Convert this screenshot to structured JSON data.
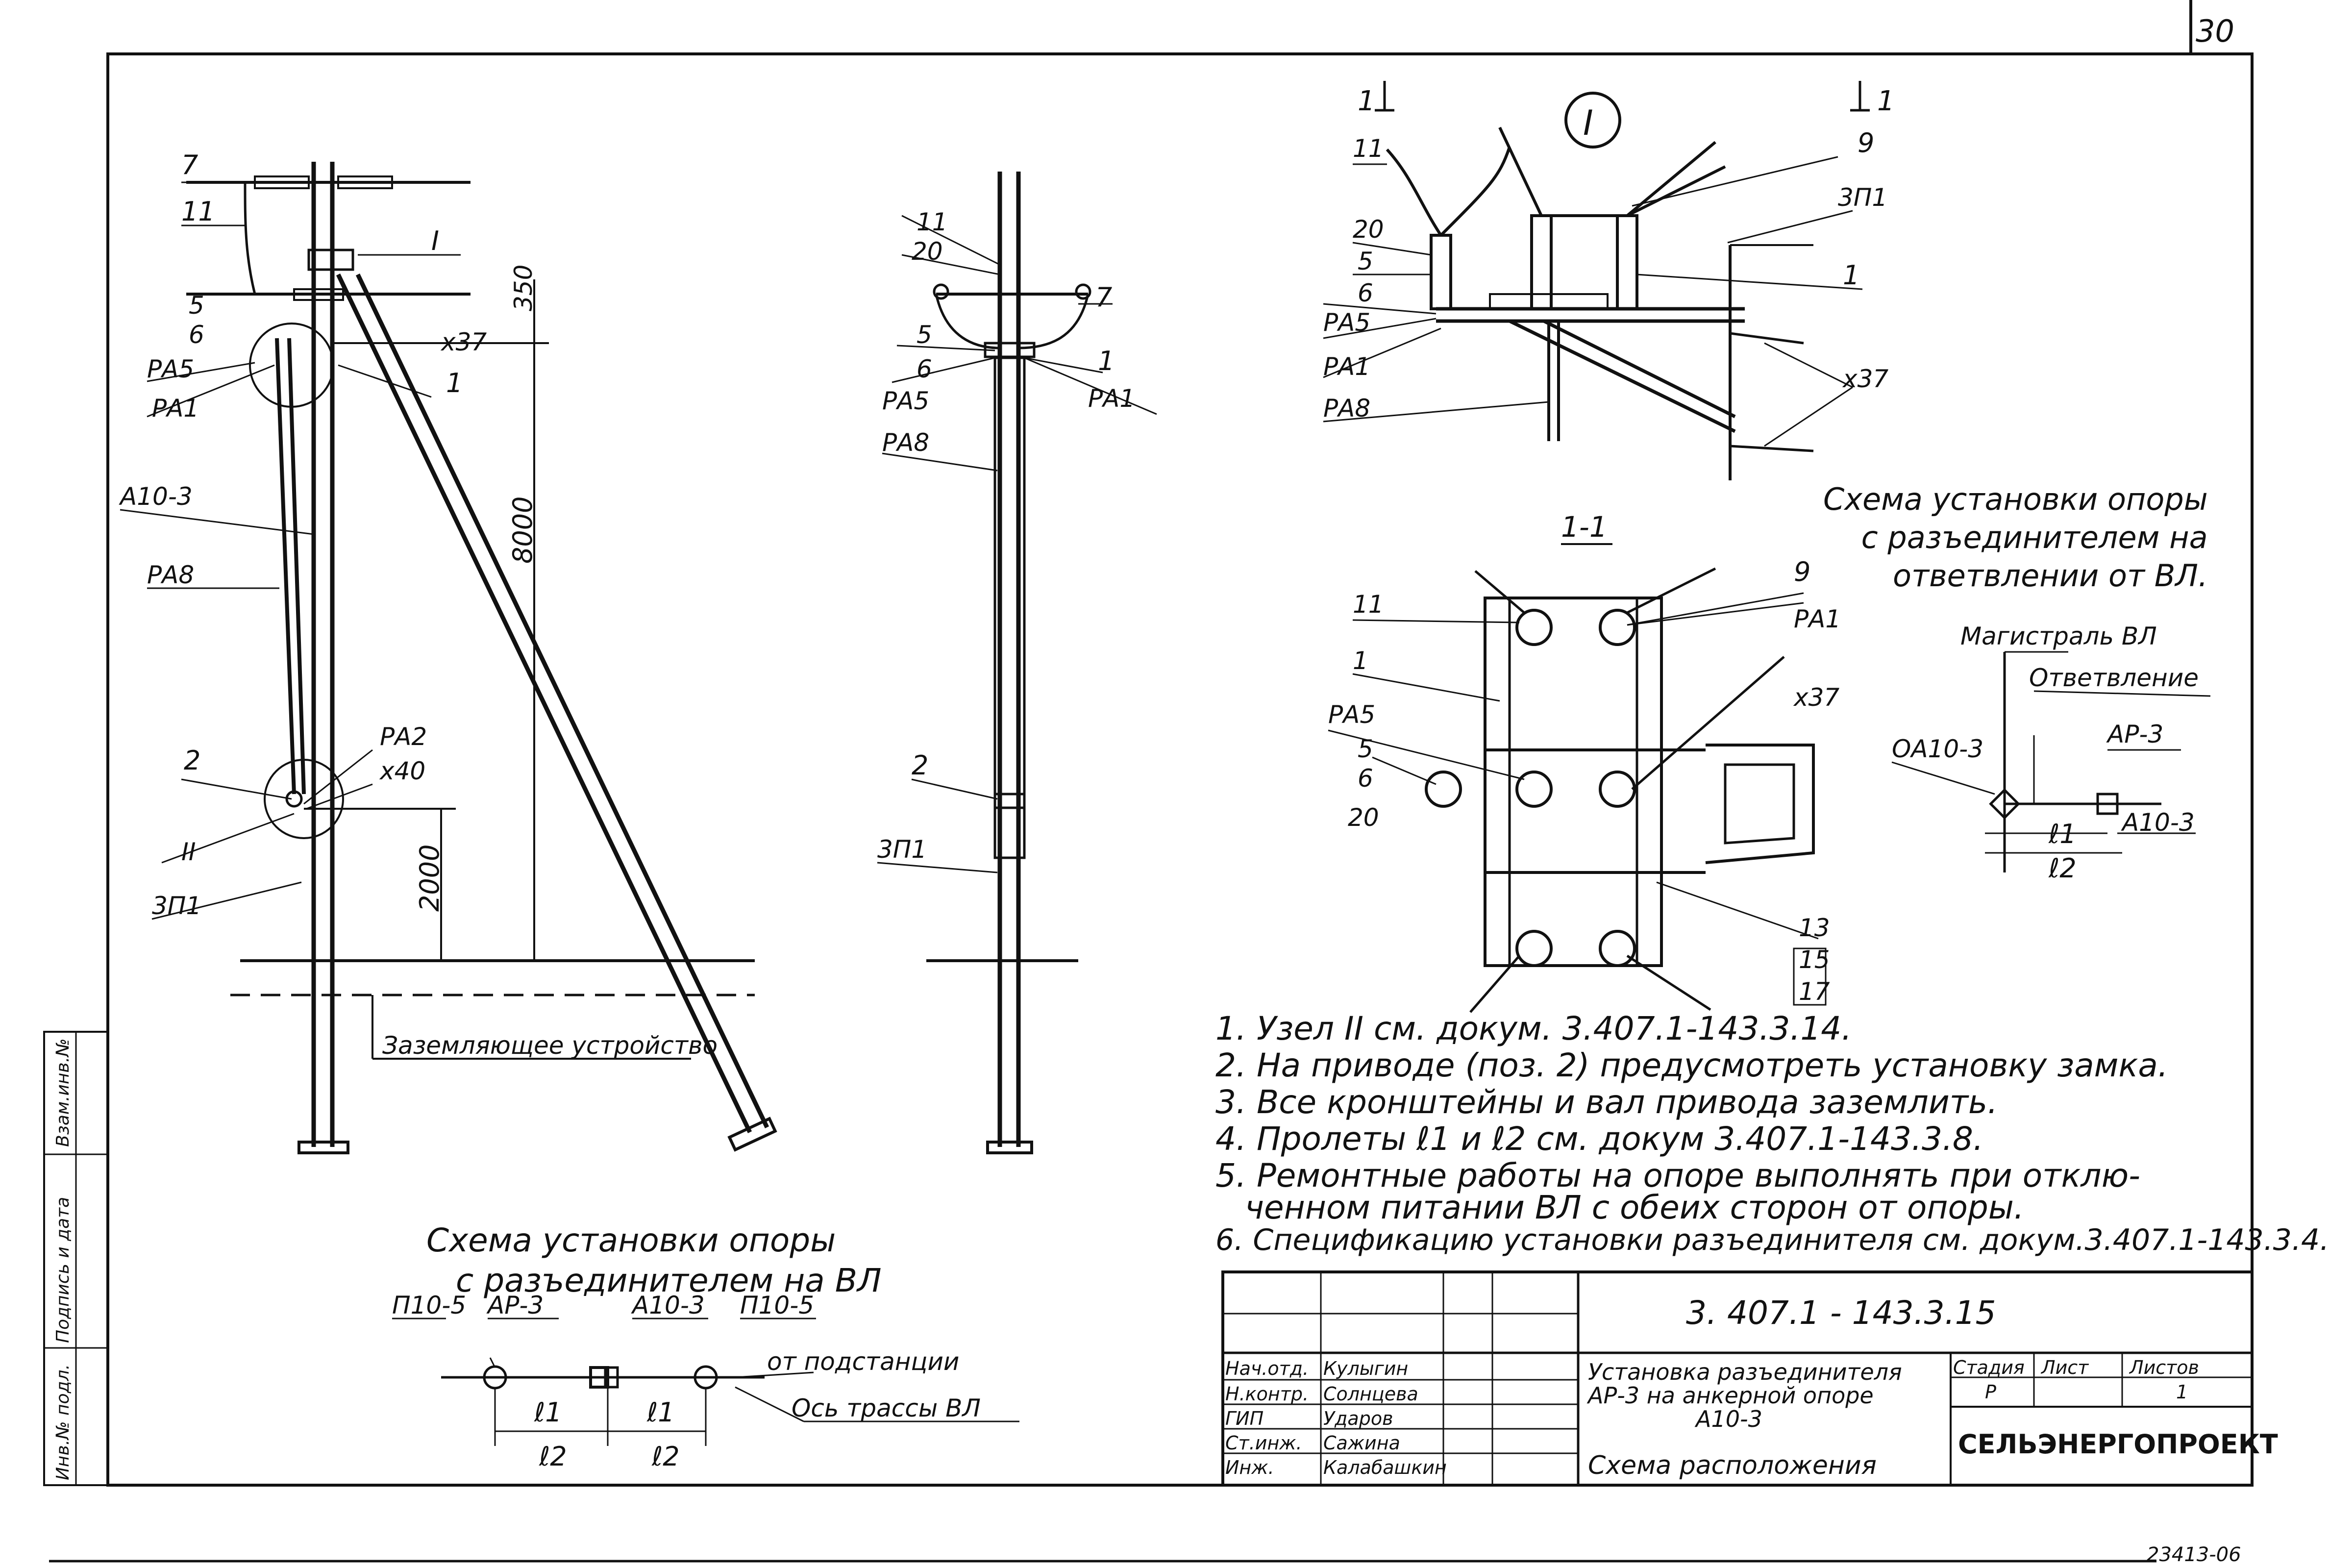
{
  "sheet_number": "30",
  "archive_number": "23413-06",
  "side_stamp": [
    "Инв.№ подл.",
    "Подпись и дата",
    "Взам.инв.№"
  ],
  "main_view": {
    "labels": [
      "7",
      "11",
      "5",
      "6",
      "РА5",
      "РА1",
      "А10-3",
      "РА8",
      "2",
      "II",
      "3П1",
      "РА2",
      "х40",
      "I",
      "х37",
      "1"
    ],
    "dims": [
      "350",
      "8000",
      "2000"
    ],
    "grounding": "Заземляющее устройство"
  },
  "side_view": {
    "labels": [
      "11",
      "20",
      "7",
      "5",
      "6",
      "РА5",
      "РА1",
      "1",
      "РА8",
      "2",
      "3П1"
    ]
  },
  "detail_I": {
    "mark": "I",
    "section_marks": [
      "1",
      "1"
    ],
    "labels": [
      "11",
      "20",
      "5",
      "6",
      "РА5",
      "РА1",
      "РА8",
      "9",
      "3П1",
      "1",
      "х37"
    ]
  },
  "section_1_1": {
    "title": "1-1",
    "labels": [
      "11",
      "1",
      "РА5",
      "5",
      "6",
      "20",
      "9",
      "РА1",
      "х37",
      "13",
      "15",
      "17"
    ]
  },
  "scheme_branch": {
    "title_lines": [
      "Схема установки опоры",
      "с разъединителем на",
      "ответвлении от ВЛ."
    ],
    "labels": [
      "Магистраль ВЛ",
      "Ответвление",
      "ОА10-3",
      "АР-3",
      "А10-3",
      "ℓ1",
      "ℓ2"
    ]
  },
  "scheme_line": {
    "title_lines": [
      "Схема установки опоры",
      "с разъединителем на ВЛ"
    ],
    "labels": [
      "П10-5",
      "АР-3",
      "А10-3",
      "П10-5",
      "от подстанции",
      "Ось трассы ВЛ",
      "ℓ1",
      "ℓ1",
      "ℓ2",
      "ℓ2"
    ]
  },
  "notes": [
    "1. Узел II см. докум. 3.407.1-143.3.14.",
    "2. На приводе (поз. 2) предусмотреть установку замка.",
    "3. Все кронштейны и вал привода заземлить.",
    "4. Пролеты ℓ1 и ℓ2 см. докум 3.407.1-143.3.8.",
    "5. Ремонтные работы на опоре выполнять при отклю-",
    "ченном питании ВЛ с обеих сторон от опоры.",
    "6. Спецификацию установки разъединителя см. докум.3.407.1-143.3.4."
  ],
  "title_block": {
    "doc_code": "3. 407.1 - 143.3.15",
    "roles": [
      "Нач.отд.",
      "Н.контр.",
      "ГИП",
      "Ст.инж.",
      "Инж."
    ],
    "names": [
      "Кулыгин",
      "Солнцева",
      "Ударов",
      "Сажина",
      "Калабашкин"
    ],
    "title_lines": [
      "Установка разъединителя",
      "АР-3 на анкерной опоре",
      "А10-3"
    ],
    "subtitle": "Схема расположения",
    "stage_header": "Стадия",
    "sheet_header": "Лист",
    "sheets_header": "Листов",
    "stage": "Р",
    "sheet": "",
    "sheets": "1",
    "org": "СЕЛЬЭНЕРГОПРОЕКТ"
  }
}
